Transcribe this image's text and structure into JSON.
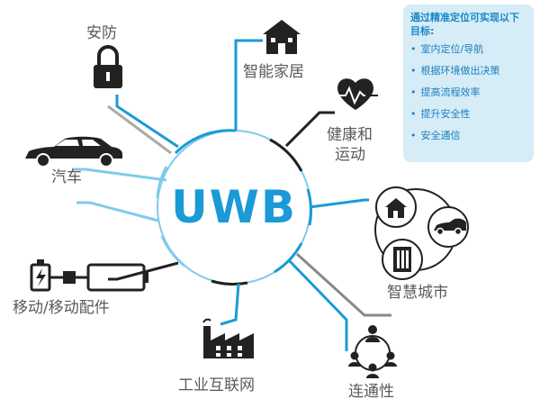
{
  "center": "UWB",
  "labels": {
    "security": "安防",
    "smart_home": "智能家居",
    "health_line1": "健康和",
    "health_line2": "运动",
    "car": "汽车",
    "smart_city": "智慧城市",
    "mobile": "移动/移动配件",
    "industrial": "工业互联网",
    "connectivity": "连通性"
  },
  "goals": {
    "title": "通过精准定位可实现以下目标:",
    "items": [
      "室内定位/导航",
      "根据环境做出决策",
      "提高流程效率",
      "提升安全性",
      "安全通信"
    ]
  },
  "colors": {
    "accent": "#1a9ad6",
    "light_blue": "#7fcbec",
    "gray": "#9a9a9a",
    "dark": "#222222",
    "box_bg": "#d6ecf7"
  }
}
